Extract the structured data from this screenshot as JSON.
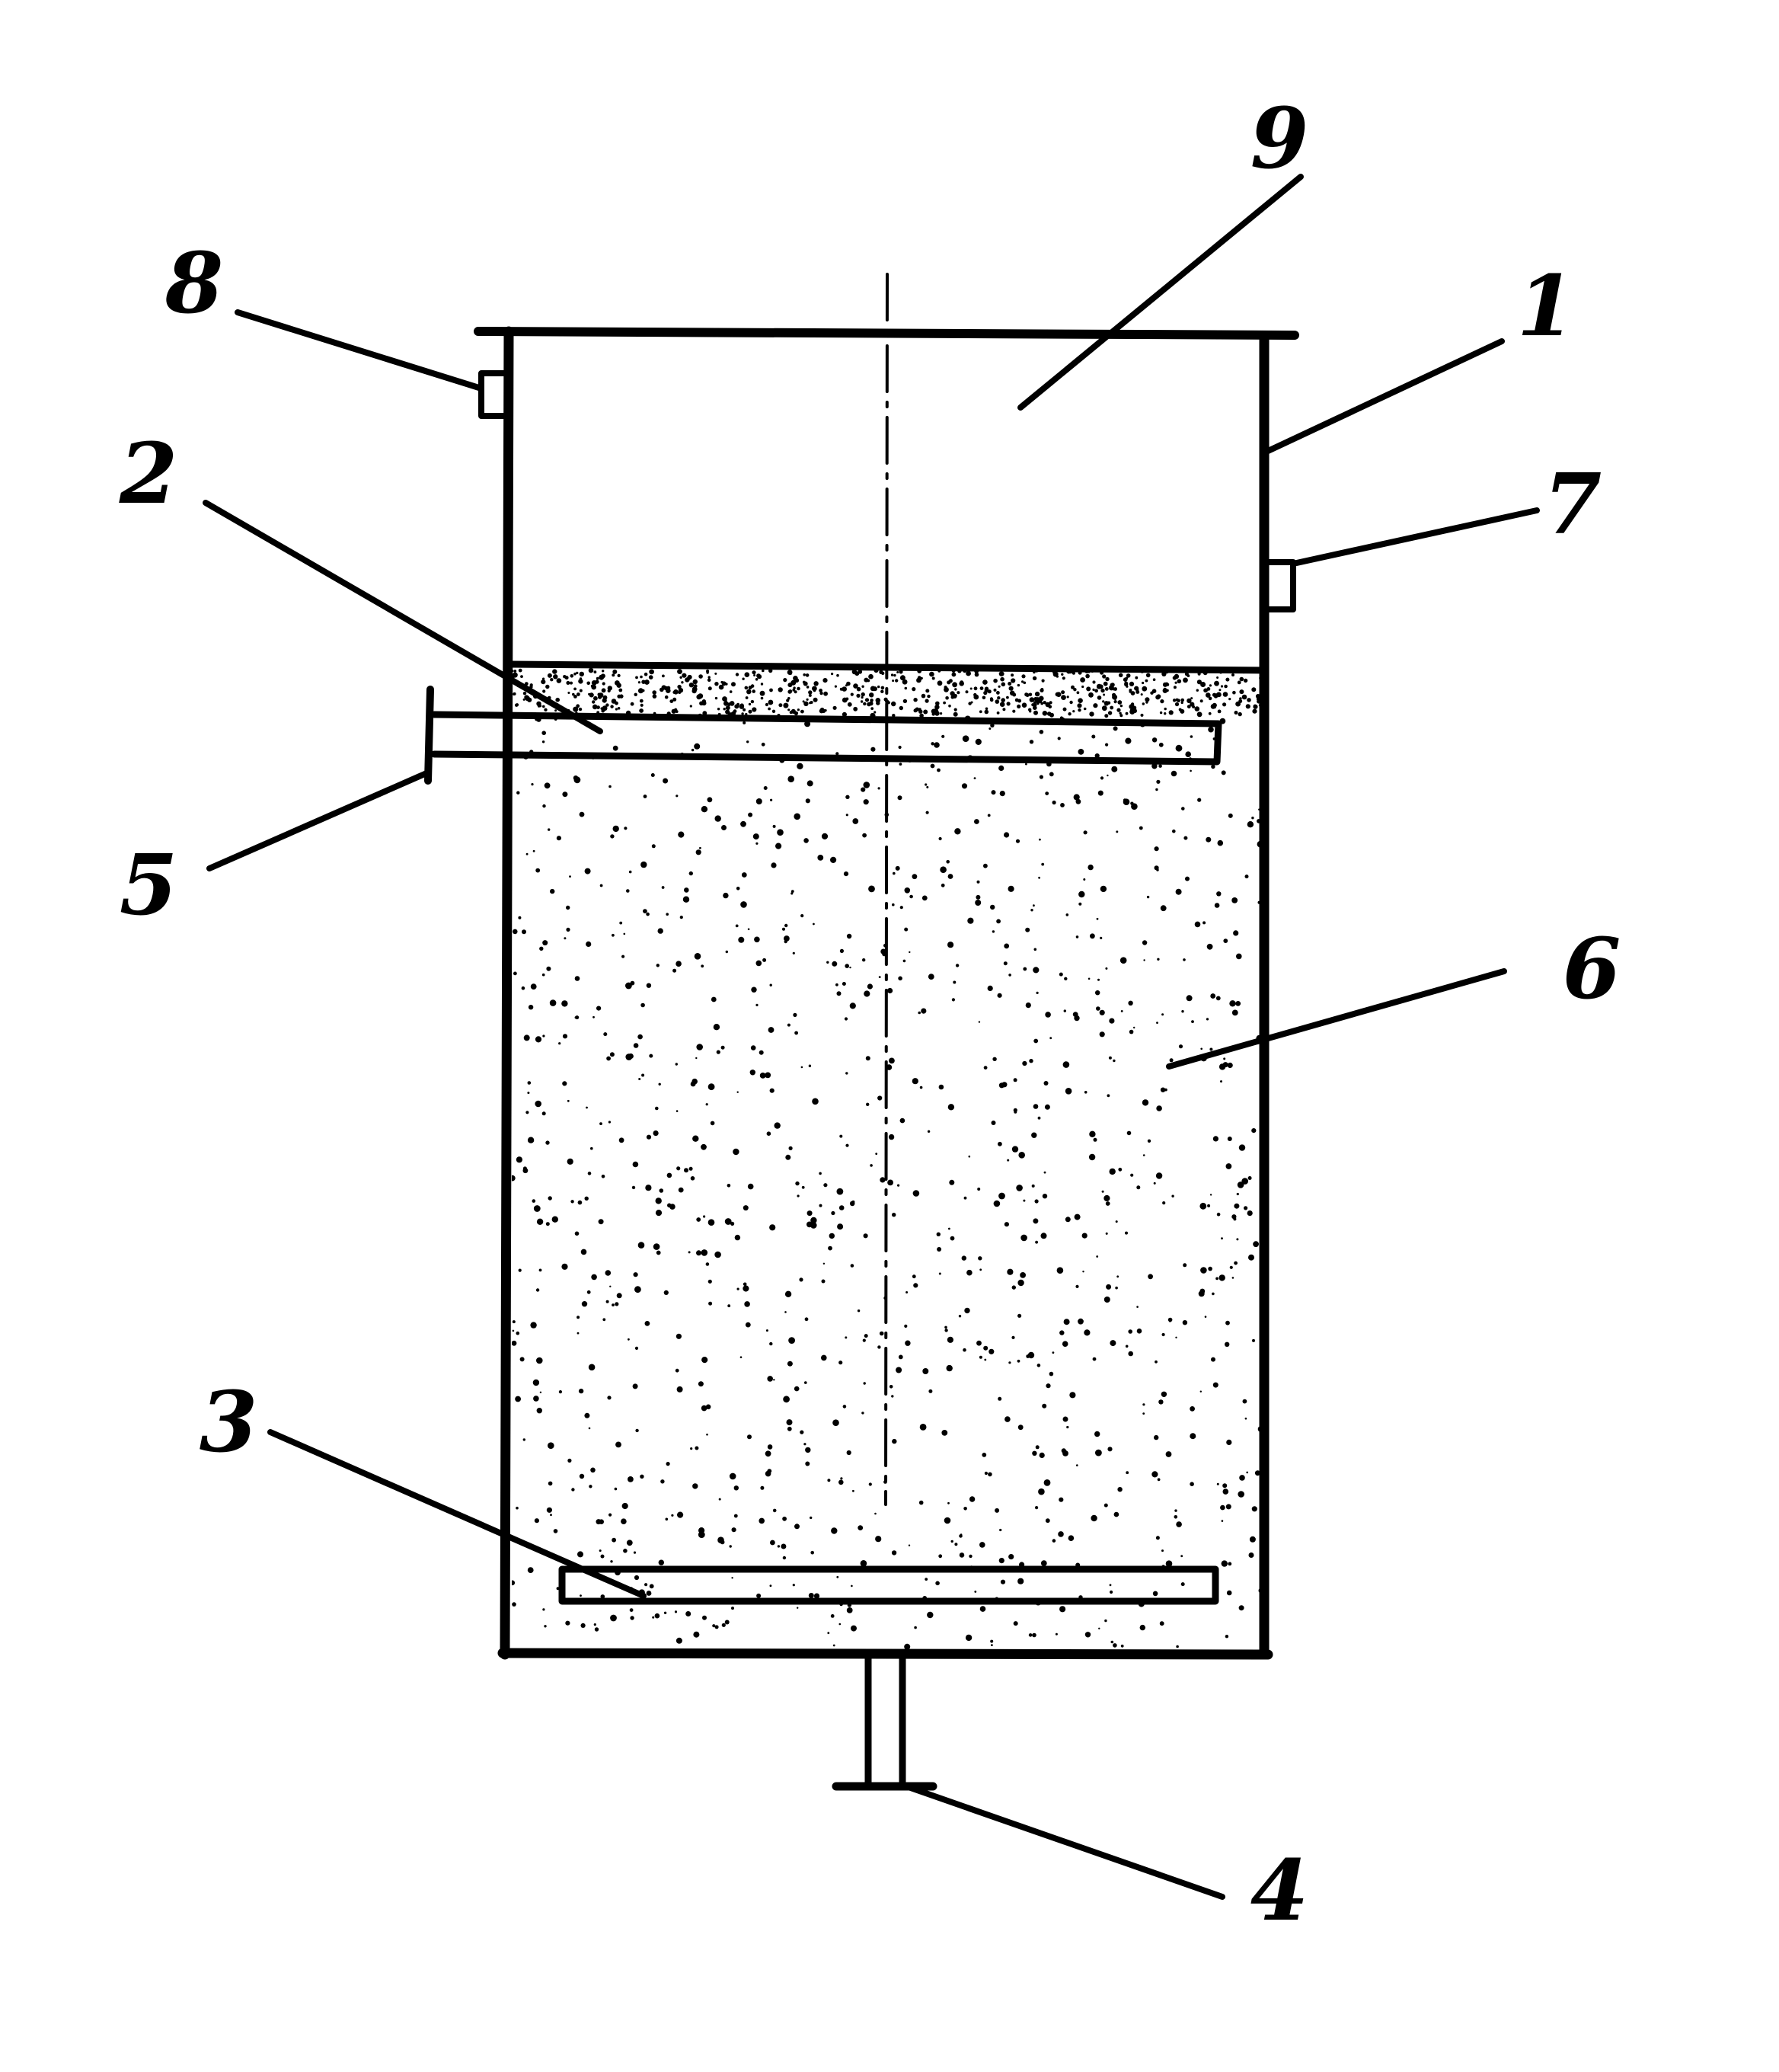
{
  "diagram": {
    "labels": {
      "l1": "1",
      "l2": "2",
      "l3": "3",
      "l4": "4",
      "l5": "5",
      "l6": "6",
      "l7": "7",
      "l8": "8",
      "l9": "9"
    },
    "colors": {
      "ink": "#000000",
      "background": "#ffffff"
    }
  }
}
